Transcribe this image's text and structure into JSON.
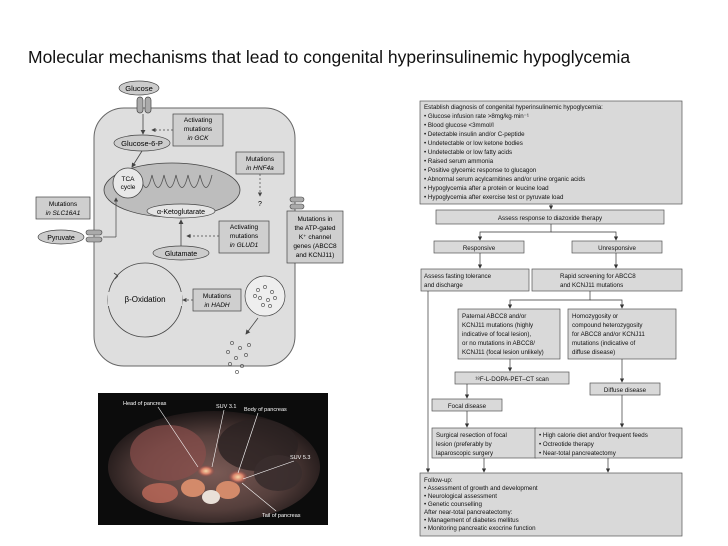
{
  "title": "Molecular mechanisms that lead to congenital hyperinsulinemic hypoglycemia",
  "cell": {
    "glucose": "Glucose",
    "glucose6p": "Glucose-6-P",
    "gck": [
      "Activating",
      "mutations",
      "in GCK"
    ],
    "hnf4a": [
      "Mutations",
      "in HNF4a"
    ],
    "question": "?",
    "tca": [
      "TCA",
      "cycle"
    ],
    "ketoglutarate": "α-Ketoglutarate",
    "glud1": [
      "Activating",
      "mutations",
      "in GLUD1"
    ],
    "glutamate": "Glutamate",
    "slc16a1": [
      "Mutations",
      "in SLC16A1"
    ],
    "pyruvate": "Pyruvate",
    "katp": [
      "Mutations in",
      "the ATP-gated",
      "K⁺ channel",
      "genes (ABCC8",
      "and KCNJ11)"
    ],
    "boxidation": "β-Oxidation",
    "hadh": [
      "Mutations",
      "in HADH"
    ]
  },
  "pet": {
    "head": "Head of pancreas",
    "suv1": "SUV 3.1",
    "body": "Body of pancreas",
    "suv2": "SUV 5.3",
    "tail": "Tail of pancreas"
  },
  "flow": {
    "establish": [
      "Establish diagnosis of congenital hyperinsulinemic hypoglycemia:",
      "• Glucose infusion rate >8mg/kg·min⁻¹",
      "• Blood glucose <3mmol/l",
      "• Detectable insulin and/or C-peptide",
      "• Undetectable or low ketone bodies",
      "• Undetectable or low fatty acids",
      "• Raised serum ammonia",
      "• Positive glycemic response to glucagon",
      "• Abnormal serum acylcarnitines and/or urine organic acids",
      "• Hypoglycemia after a protein or leucine load",
      "• Hypoglycemia after exercise test or pyruvate load"
    ],
    "assess": "Assess response to diazoxide therapy",
    "responsive": "Responsive",
    "unresponsive": "Unresponsive",
    "fasting": [
      "Assess fasting tolerance",
      "and discharge"
    ],
    "rapid": [
      "Rapid screening for ABCC8",
      "and KCNJ11 mutations"
    ],
    "paternal": [
      "Paternal ABCC8 and/or",
      "KCNJ11 mutations (highly",
      "indicative of focal lesion),",
      "or no mutations in ABCC8/",
      "KCNJ11 (focal lesion unlikely)"
    ],
    "homozygosity": [
      "Homozygosity or",
      "compound heterozygosity",
      "for ABCC8 and/or KCNJ11",
      "mutations (indicative of",
      "diffuse disease)"
    ],
    "petscan": "¹⁸F-L-DOPA-PET–CT scan",
    "diffuse": "Diffuse disease",
    "focal": "Focal disease",
    "surgical": [
      "Surgical resection of focal",
      "lesion (preferably by",
      "laparoscopic surgery"
    ],
    "highcal": [
      "• High calorie diet and/or frequent feeds",
      "• Octreotide therapy",
      "• Near-total pancreatectomy"
    ],
    "followup": [
      "Follow-up:",
      "• Assessment of growth and development",
      "• Neurological assessment",
      "• Genetic counselling",
      "After near-total pancreatectomy:",
      "• Management of diabetes mellitus",
      "• Monitoring pancreatic exocrine function"
    ]
  },
  "colors": {
    "box_fill": "#d9d9d9",
    "cell_fill": "#dedede",
    "line": "#555555",
    "pet_bg": "#0c0c0c"
  }
}
